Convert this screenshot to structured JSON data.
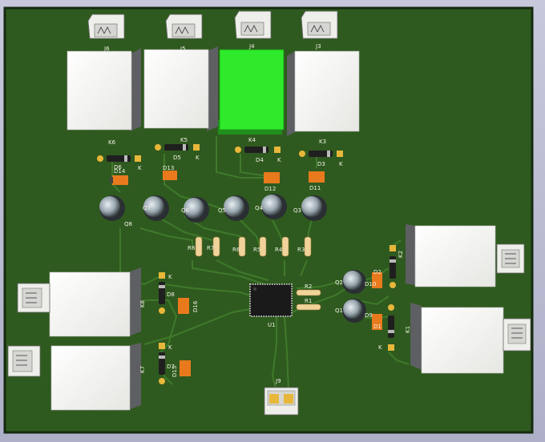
{
  "app": {
    "view": "3D Viewer"
  },
  "colors": {
    "board": "#2f5a1f",
    "board_edge": "#1c3413",
    "trace": "#3e7a2a",
    "relay": "#f4f4f2",
    "relay_highlight": "#2ee62a",
    "pad": "#e7b73b",
    "led": "#e87a1d"
  },
  "connectors": {
    "top": [
      "J6",
      "J5",
      "J4",
      "J3"
    ],
    "bottom": "J9"
  },
  "relays": {
    "top": [
      "K6",
      "K5",
      "K4",
      "K3"
    ],
    "left": [
      "K8",
      "K7"
    ],
    "right": [
      "K2",
      "K1"
    ],
    "selected": "K4"
  },
  "diodes": {
    "top": [
      "D6",
      "D5",
      "D4",
      "D3"
    ],
    "left": [
      "D8",
      "D7"
    ],
    "right": [
      "D2",
      "D1"
    ]
  },
  "leds": {
    "top": [
      "D14",
      "D13",
      "D12",
      "D11"
    ],
    "left": [
      "D16",
      "D15"
    ],
    "right": [
      "D10",
      "D9"
    ]
  },
  "transistors": {
    "row": [
      "Q8",
      "Q7",
      "Q6",
      "Q5",
      "Q4",
      "Q3"
    ],
    "right": [
      "Q2",
      "Q1"
    ]
  },
  "resistors": {
    "vertical": [
      "R8",
      "R7",
      "R6",
      "R5",
      "R4",
      "R3"
    ],
    "horizontal": [
      "R2",
      "R1"
    ]
  },
  "ic": "U1",
  "relay_pin_label": "K"
}
